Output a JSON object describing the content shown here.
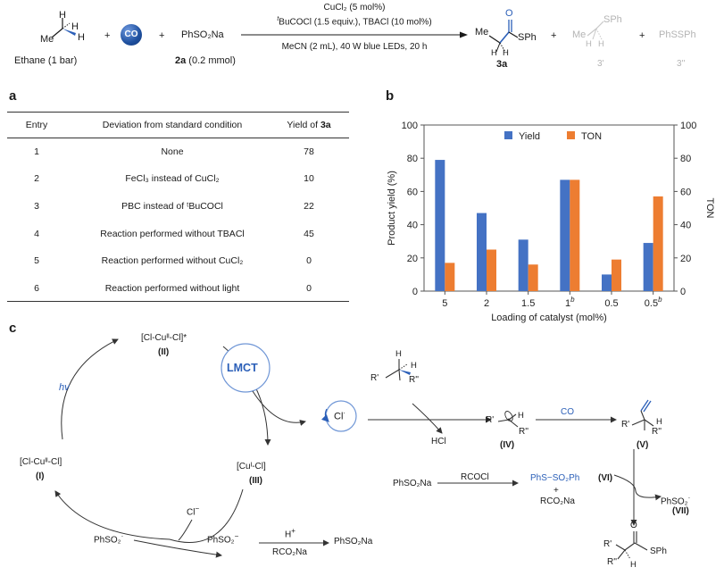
{
  "scheme": {
    "ethane_label": "Ethane (1 bar)",
    "methyl": "Me",
    "h_top": "H",
    "h_mid": "H",
    "h_right": "H",
    "plus1": "+",
    "co_text": "CO",
    "plus2": "+",
    "reagent": "PhSO₂Na",
    "reagent_label_bold": "2a",
    "reagent_label_rest": " (0.2 mmol)",
    "cond_line1": "CuCl₂ (5 mol%)",
    "cond_line2_prefix": "t",
    "cond_line2": "BuCOCl (1.5 equiv.), TBACl (10 mol%)",
    "cond_line3": "MeCN (2 mL), 40 W blue LEDs, 20 h",
    "prod_O": "O",
    "prod_me": "Me",
    "prod_sph": "SPh",
    "prod_h1": "H",
    "prod_h2": "H",
    "prod_label": "3a",
    "plus3": "+",
    "side1_me": "Me",
    "side1_sph": "SPh",
    "side1_h1": "H",
    "side1_h2": "H",
    "side1_label": "3'",
    "plus4": "+",
    "side2": "PhSSPh",
    "side2_label": "3''"
  },
  "panel_a": {
    "letter": "a",
    "headers": {
      "entry": "Entry",
      "deviation": "Deviation from standard condition",
      "yield_prefix": "Yield of ",
      "yield_bold": "3a"
    },
    "rows": [
      {
        "entry": "1",
        "deviation": "None",
        "yield": "78"
      },
      {
        "entry": "2",
        "deviation": "FeCl₃ instead of CuCl₂",
        "yield": "10"
      },
      {
        "entry": "3",
        "deviation": "PBC instead of ᵗBuCOCl",
        "yield": "22"
      },
      {
        "entry": "4",
        "deviation": "Reaction performed without TBACl",
        "yield": "45"
      },
      {
        "entry": "5",
        "deviation": "Reaction performed without CuCl₂",
        "yield": "0"
      },
      {
        "entry": "6",
        "deviation": "Reaction performed without light",
        "yield": "0"
      }
    ]
  },
  "panel_b": {
    "letter": "b"
  },
  "chart_data": {
    "type": "bar",
    "categories": [
      "5",
      "2",
      "1.5",
      "1",
      "0.5",
      "0.5"
    ],
    "category_superscripts": [
      "",
      "",
      "",
      "b",
      "",
      "b"
    ],
    "series": [
      {
        "name": "Yield",
        "values": [
          79,
          47,
          31,
          67,
          10,
          29
        ],
        "color": "#4472c4"
      },
      {
        "name": "TON",
        "values": [
          17,
          25,
          16,
          67,
          19,
          57
        ],
        "color": "#ed7d31"
      }
    ],
    "xlabel": "Loading of catalyst (mol%)",
    "ylabel": "Product yield (%)",
    "y2label": "TON",
    "ylim": [
      0,
      100
    ],
    "y2lim": [
      0,
      100
    ],
    "yticks": [
      "0",
      "20",
      "40",
      "60",
      "80",
      "100"
    ],
    "legend_position": "top-center",
    "grid": false
  },
  "panel_c": {
    "letter": "c",
    "cu2_excited": "[Cl-Cuᴵᴵ-Cl]*",
    "cu2_excited_num": "(II)",
    "hv": "hv",
    "lmct": "LMCT",
    "cu2": "[Cl-Cuᴵᴵ-Cl]",
    "cu2_num": "(I)",
    "cu1": "[Cuᴵ-Cl]",
    "cu1_num": "(III)",
    "cl_radical": "Cl",
    "cl_anion": "Cl",
    "so2_radical": "PhSO₂",
    "so2_anion": "PhSO₂",
    "h_plus": "H",
    "rco2na": "RCO₂Na",
    "phso2na_product": "PhSO₂Na",
    "substrate_r1": "R'",
    "substrate_r2": "R''",
    "substrate_h1": "H",
    "substrate_h2": "H",
    "hcl": "HCl",
    "radical_r1": "R'",
    "radical_r2": "R''",
    "radical_h": "H",
    "radical_num": "(IV)",
    "co_label": "CO",
    "acyl_r1": "R'",
    "acyl_r2": "R''",
    "acyl_h": "H",
    "acyl_num": "(V)",
    "phso2na_start": "PhSO₂Na",
    "rcocl": "RCOCl",
    "thiosulfonate": "PhS−SO₂Ph",
    "ts_plus": "+",
    "ts_rco2na": "RCO₂Na",
    "ts_num": "(VI)",
    "so2_radical2": "PhSO₂",
    "so2_radical2_num": "(VII)",
    "final_O": "O",
    "final_r1": "R'",
    "final_r2": "R''",
    "final_h": "H",
    "final_sph": "SPh"
  }
}
